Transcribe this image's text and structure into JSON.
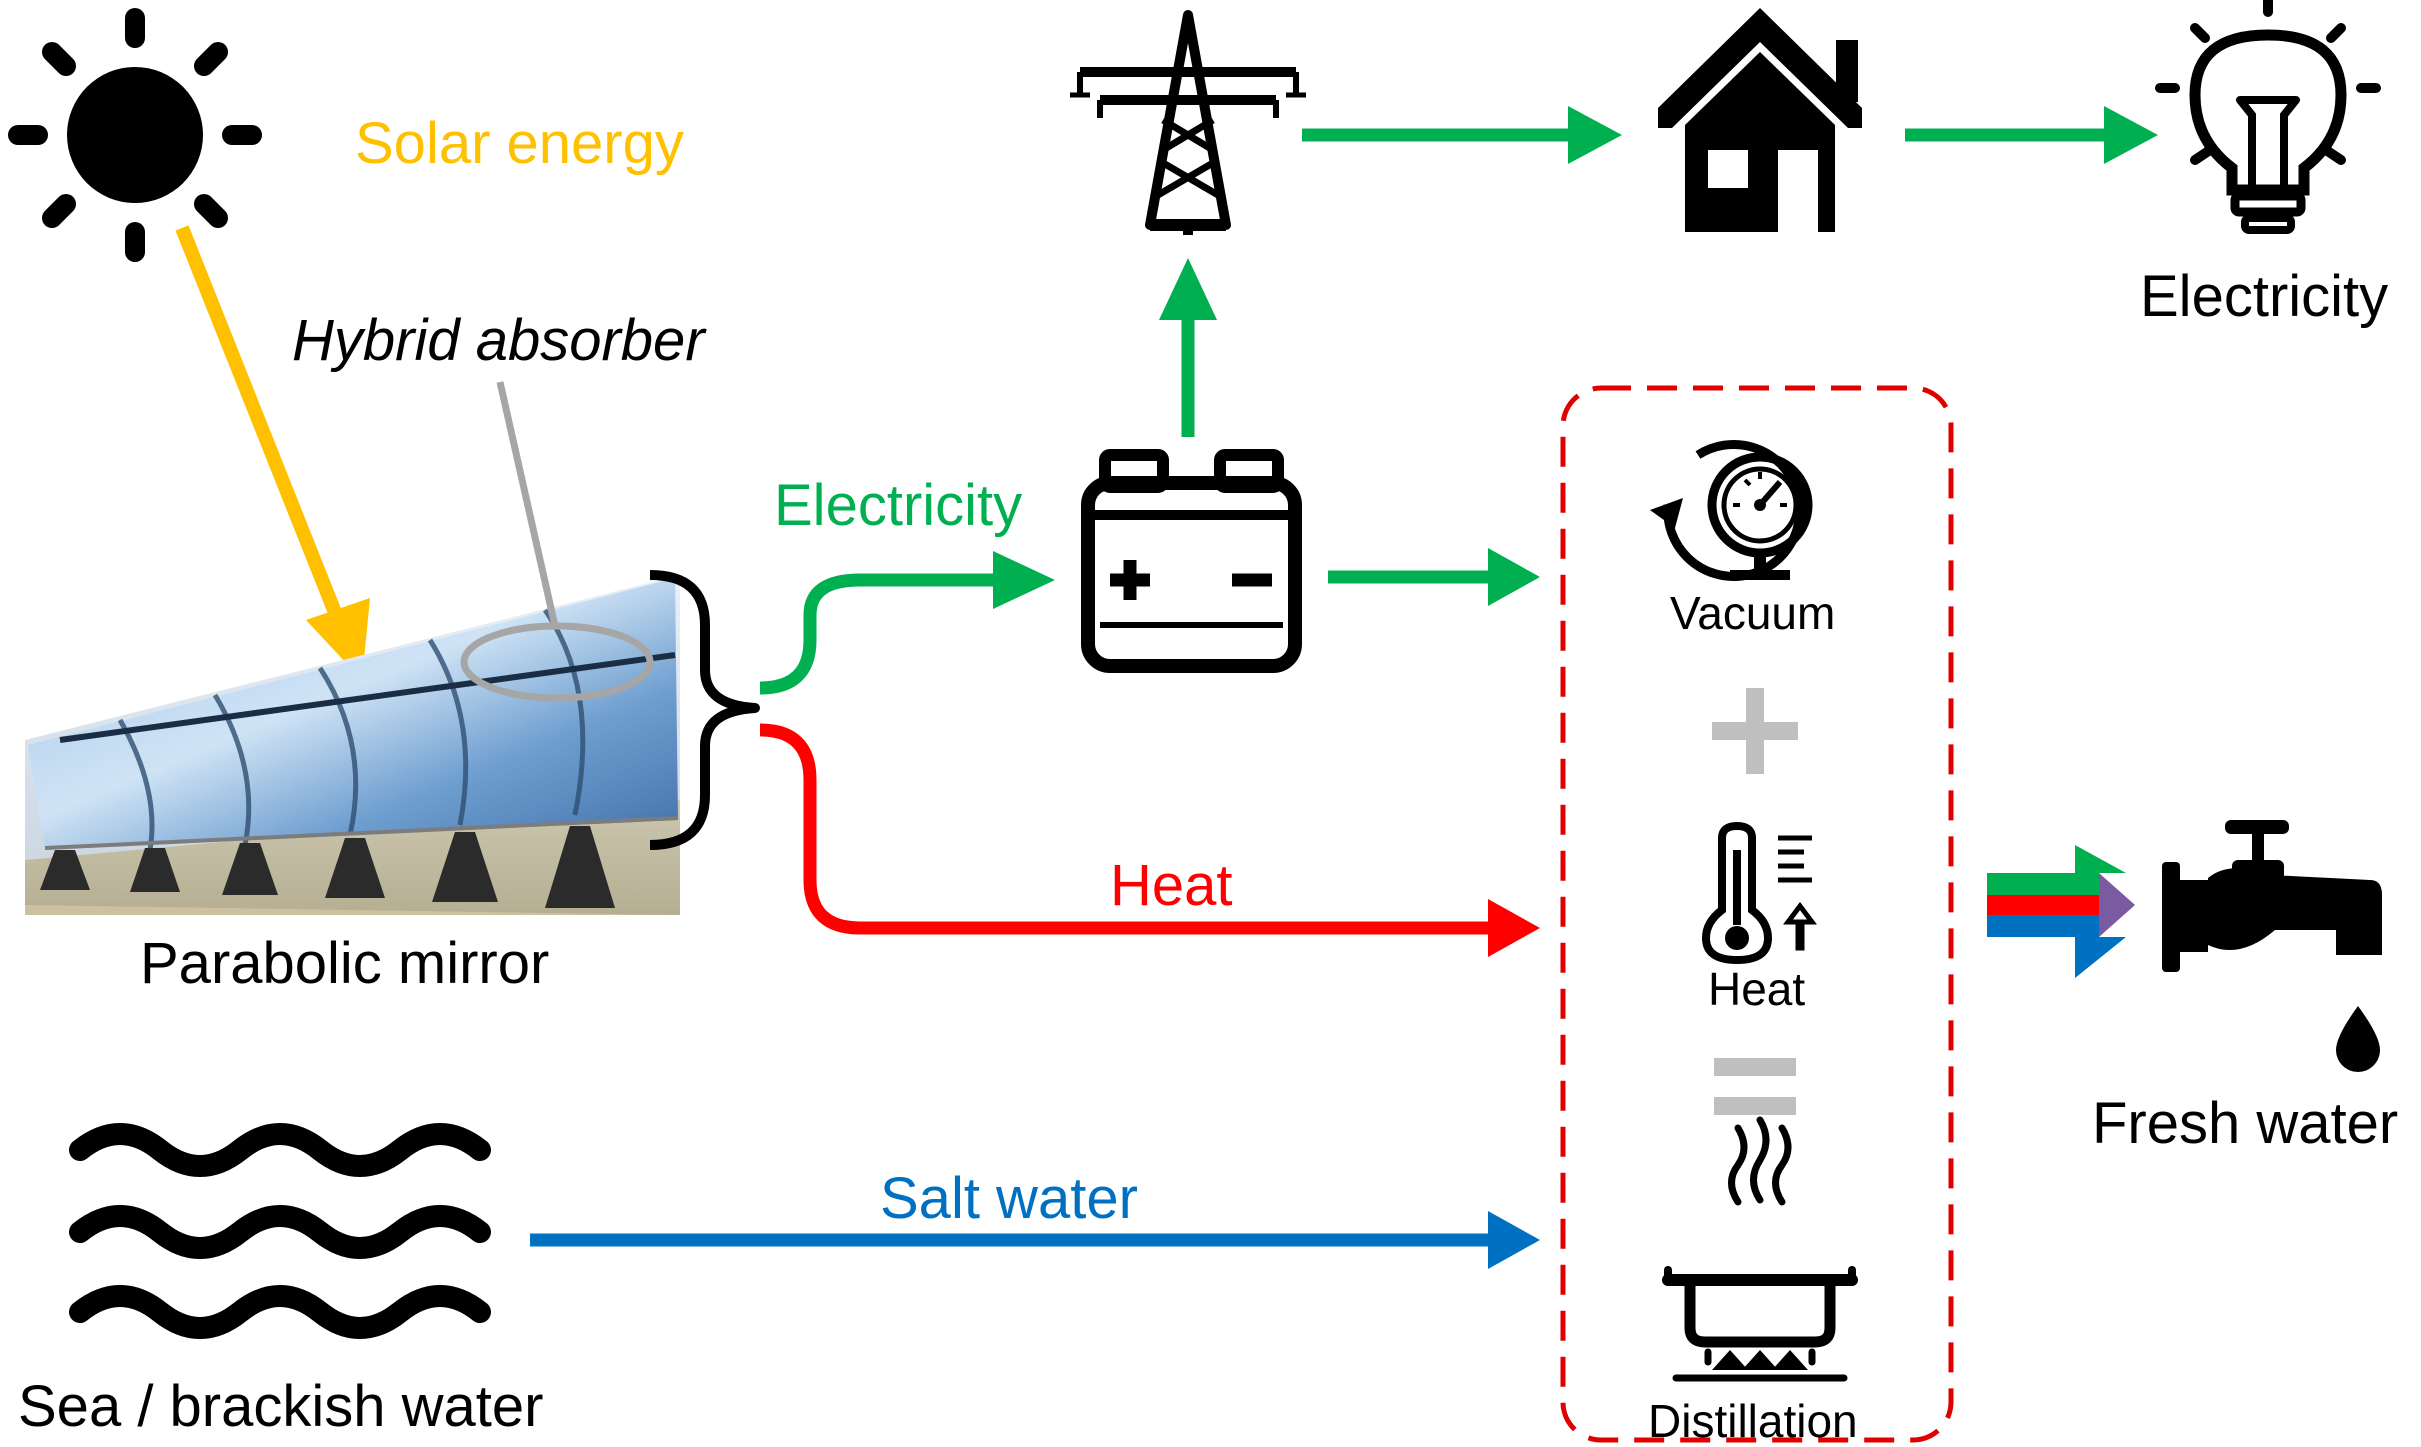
{
  "labels": {
    "solar_energy": "Solar energy",
    "hybrid_absorber": "Hybrid absorber",
    "parabolic_mirror": "Parabolic mirror",
    "electricity_branch": "Electricity",
    "heat_branch": "Heat",
    "salt_water": "Salt water",
    "sea_water": "Sea / brackish water",
    "electricity_output": "Electricity",
    "vacuum": "Vacuum",
    "heat_item": "Heat",
    "distillation": "Distillation",
    "fresh_water": "Fresh water"
  },
  "colors": {
    "solar": "#FFC000",
    "electricity": "#00B050",
    "heat": "#FF0000",
    "salt_water": "#0070C0",
    "absorber_pointer": "#A6A6A6",
    "box_border": "#E00000",
    "operator": "#BFBFBF",
    "icon": "#000000"
  },
  "icons": [
    "sun-icon",
    "power-tower-icon",
    "house-icon",
    "light-bulb-icon",
    "battery-icon",
    "vacuum-gauge-icon",
    "thermometer-icon",
    "distillation-pot-icon",
    "water-tap-icon",
    "waves-icon",
    "parabolic-mirror-image"
  ]
}
